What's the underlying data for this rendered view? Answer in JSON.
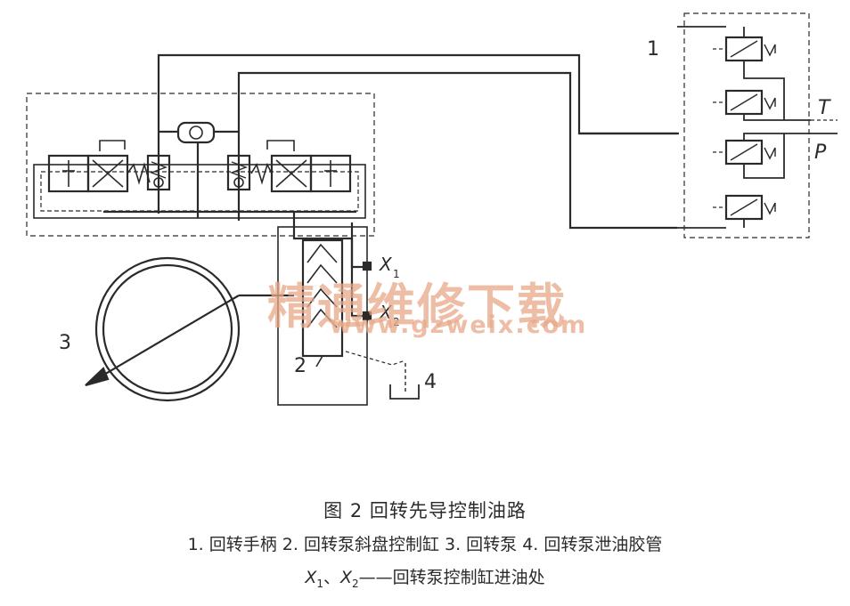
{
  "callouts": {
    "n1": "1",
    "n2": "2",
    "n3": "3",
    "n4": "4"
  },
  "ports": {
    "T": "T",
    "P": "P",
    "x1_var": "X",
    "x1_sub": "1",
    "x2_var": "X",
    "x2_sub": "2"
  },
  "caption": {
    "title": "图 2   回转先导控制油路",
    "legend": "1. 回转手柄  2. 回转泵斜盘控制缸  3. 回转泵   4. 回转泵泄油胶管",
    "ports_x": "X",
    "ports_sub1": "1",
    "ports_sep": "、",
    "ports_sub2": "2",
    "ports_rest": "——回转泵控制缸进油处"
  },
  "watermark": {
    "chinese": "精通维修下载",
    "url": "www.gzweix.com"
  },
  "colors": {
    "line": "#2a2a2a",
    "watermark": "#e8a888"
  }
}
